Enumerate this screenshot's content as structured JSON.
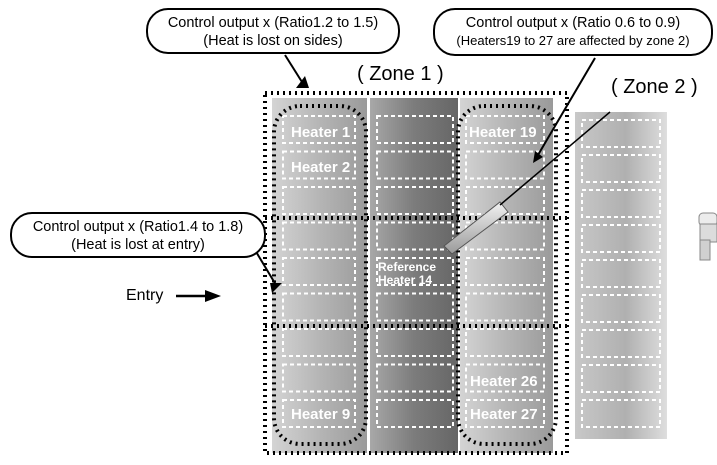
{
  "callouts": {
    "sides": {
      "line1": "Control output x (Ratio1.2 to 1.5)",
      "line2": "(Heat is lost on sides)"
    },
    "zone2": {
      "line1": "Control output x (Ratio 0.6 to 0.9)",
      "line2": "(Heaters19 to 27 are affected by zone 2)"
    },
    "entry": {
      "line1": "Control output x (Ratio1.4 to 1.8)",
      "line2": "(Heat is lost at entry)"
    }
  },
  "zones": {
    "zone1": "( Zone 1 )",
    "zone2": "( Zone 2 )"
  },
  "entry_label": "Entry",
  "heaters": {
    "h1": "Heater 1",
    "h2": "Heater 2",
    "h9": "Heater 9",
    "h19": "Heater 19",
    "h26": "Heater 26",
    "h27": "Heater 27",
    "reference_line1": "Reference",
    "reference_line2": "Heater 14"
  },
  "colors": {
    "outline": "#000000",
    "heater_dashed": "#ffffff",
    "label_text": "#ffffff"
  }
}
